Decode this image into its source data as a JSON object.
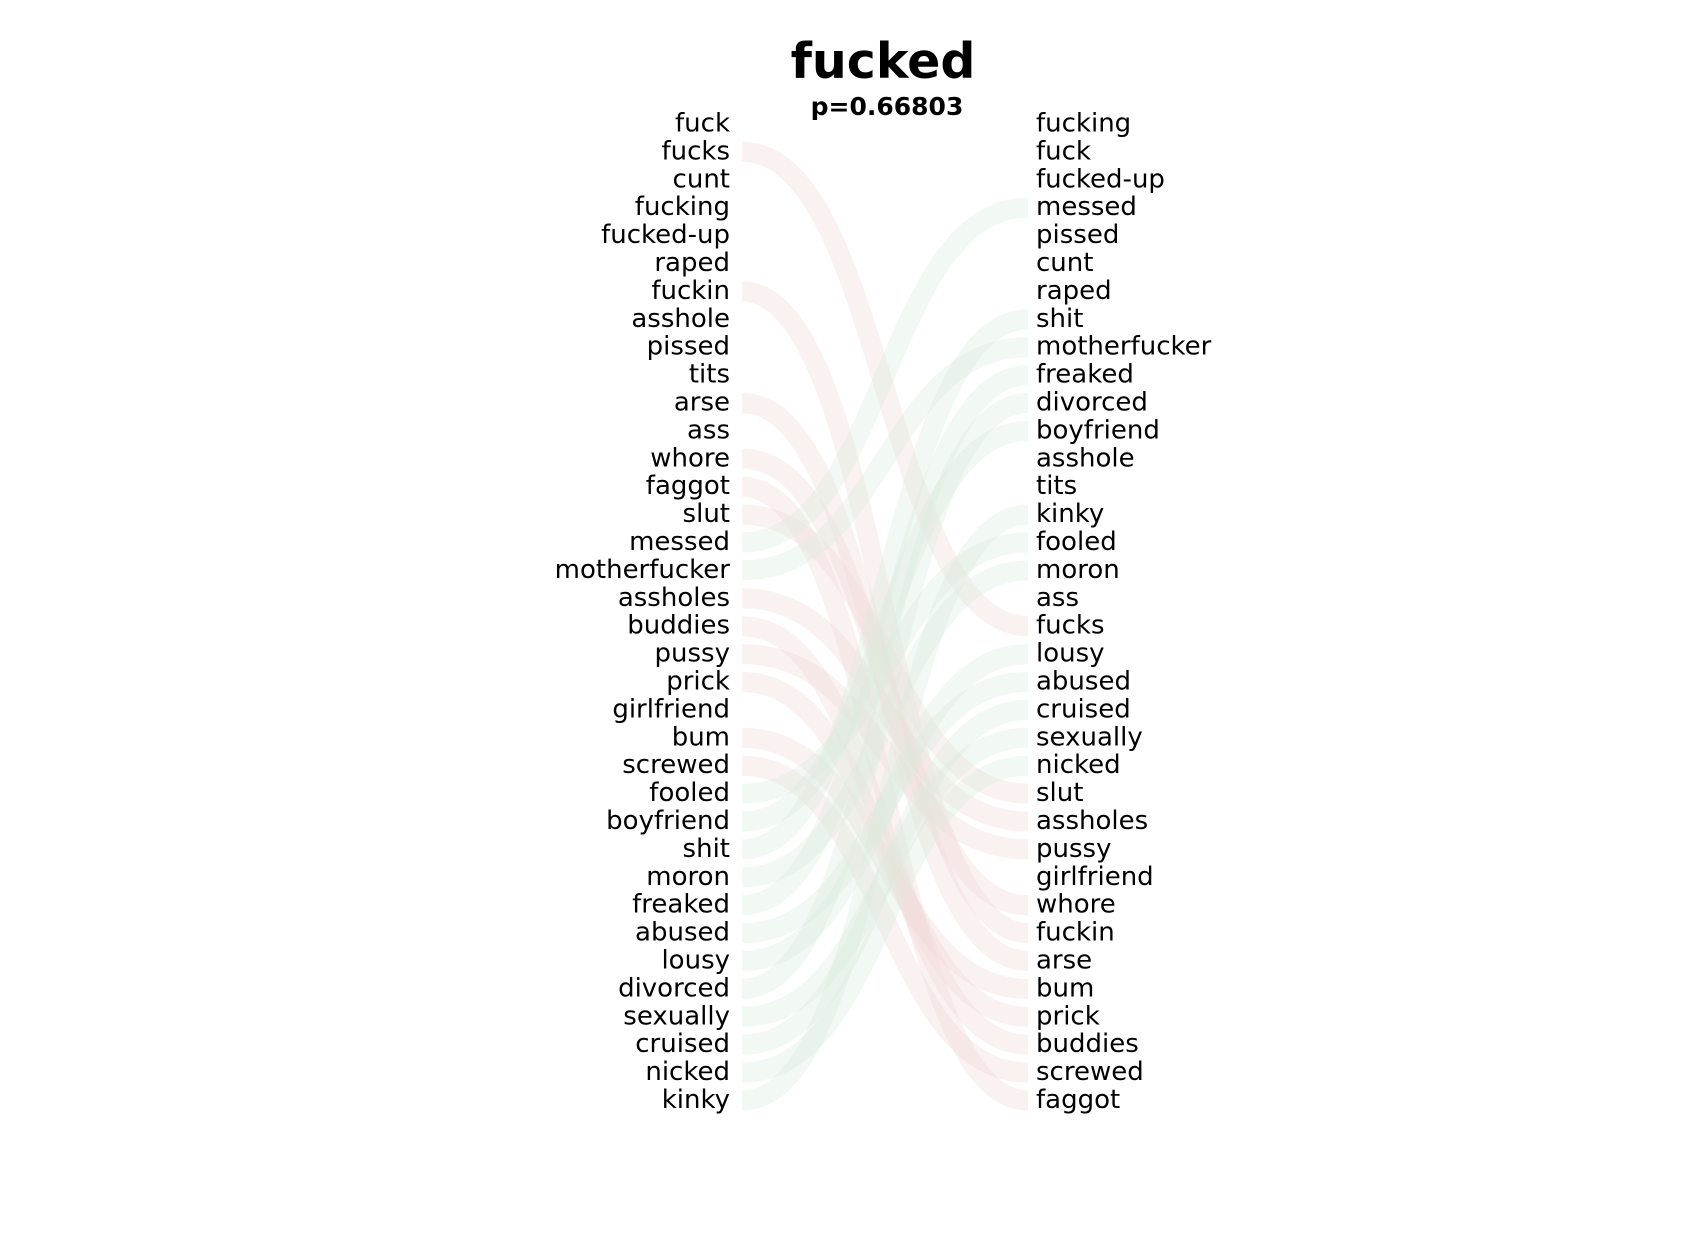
{
  "chart_data": {
    "type": "bump",
    "title": "fucked",
    "subtitle": "p=0.66803",
    "left_list": [
      "fuck",
      "fucks",
      "cunt",
      "fucking",
      "fucked-up",
      "raped",
      "fuckin",
      "asshole",
      "pissed",
      "tits",
      "arse",
      "ass",
      "whore",
      "faggot",
      "slut",
      "messed",
      "motherfucker",
      "assholes",
      "buddies",
      "pussy",
      "prick",
      "girlfriend",
      "bum",
      "screwed",
      "fooled",
      "boyfriend",
      "shit",
      "moron",
      "freaked",
      "abused",
      "lousy",
      "divorced",
      "sexually",
      "cruised",
      "nicked",
      "kinky"
    ],
    "right_list": [
      "fucking",
      "fuck",
      "fucked-up",
      "messed",
      "pissed",
      "cunt",
      "raped",
      "shit",
      "motherfucker",
      "freaked",
      "divorced",
      "boyfriend",
      "asshole",
      "tits",
      "kinky",
      "fooled",
      "moron",
      "ass",
      "fucks",
      "lousy",
      "abused",
      "cruised",
      "sexually",
      "nicked",
      "slut",
      "assholes",
      "pussy",
      "girlfriend",
      "whore",
      "fuckin",
      "arse",
      "bum",
      "prick",
      "buddies",
      "screwed",
      "faggot"
    ],
    "colors": {
      "rank_drop": "#f2d6d6",
      "rank_rise": "#d9ebdc",
      "text": "#000000"
    }
  }
}
